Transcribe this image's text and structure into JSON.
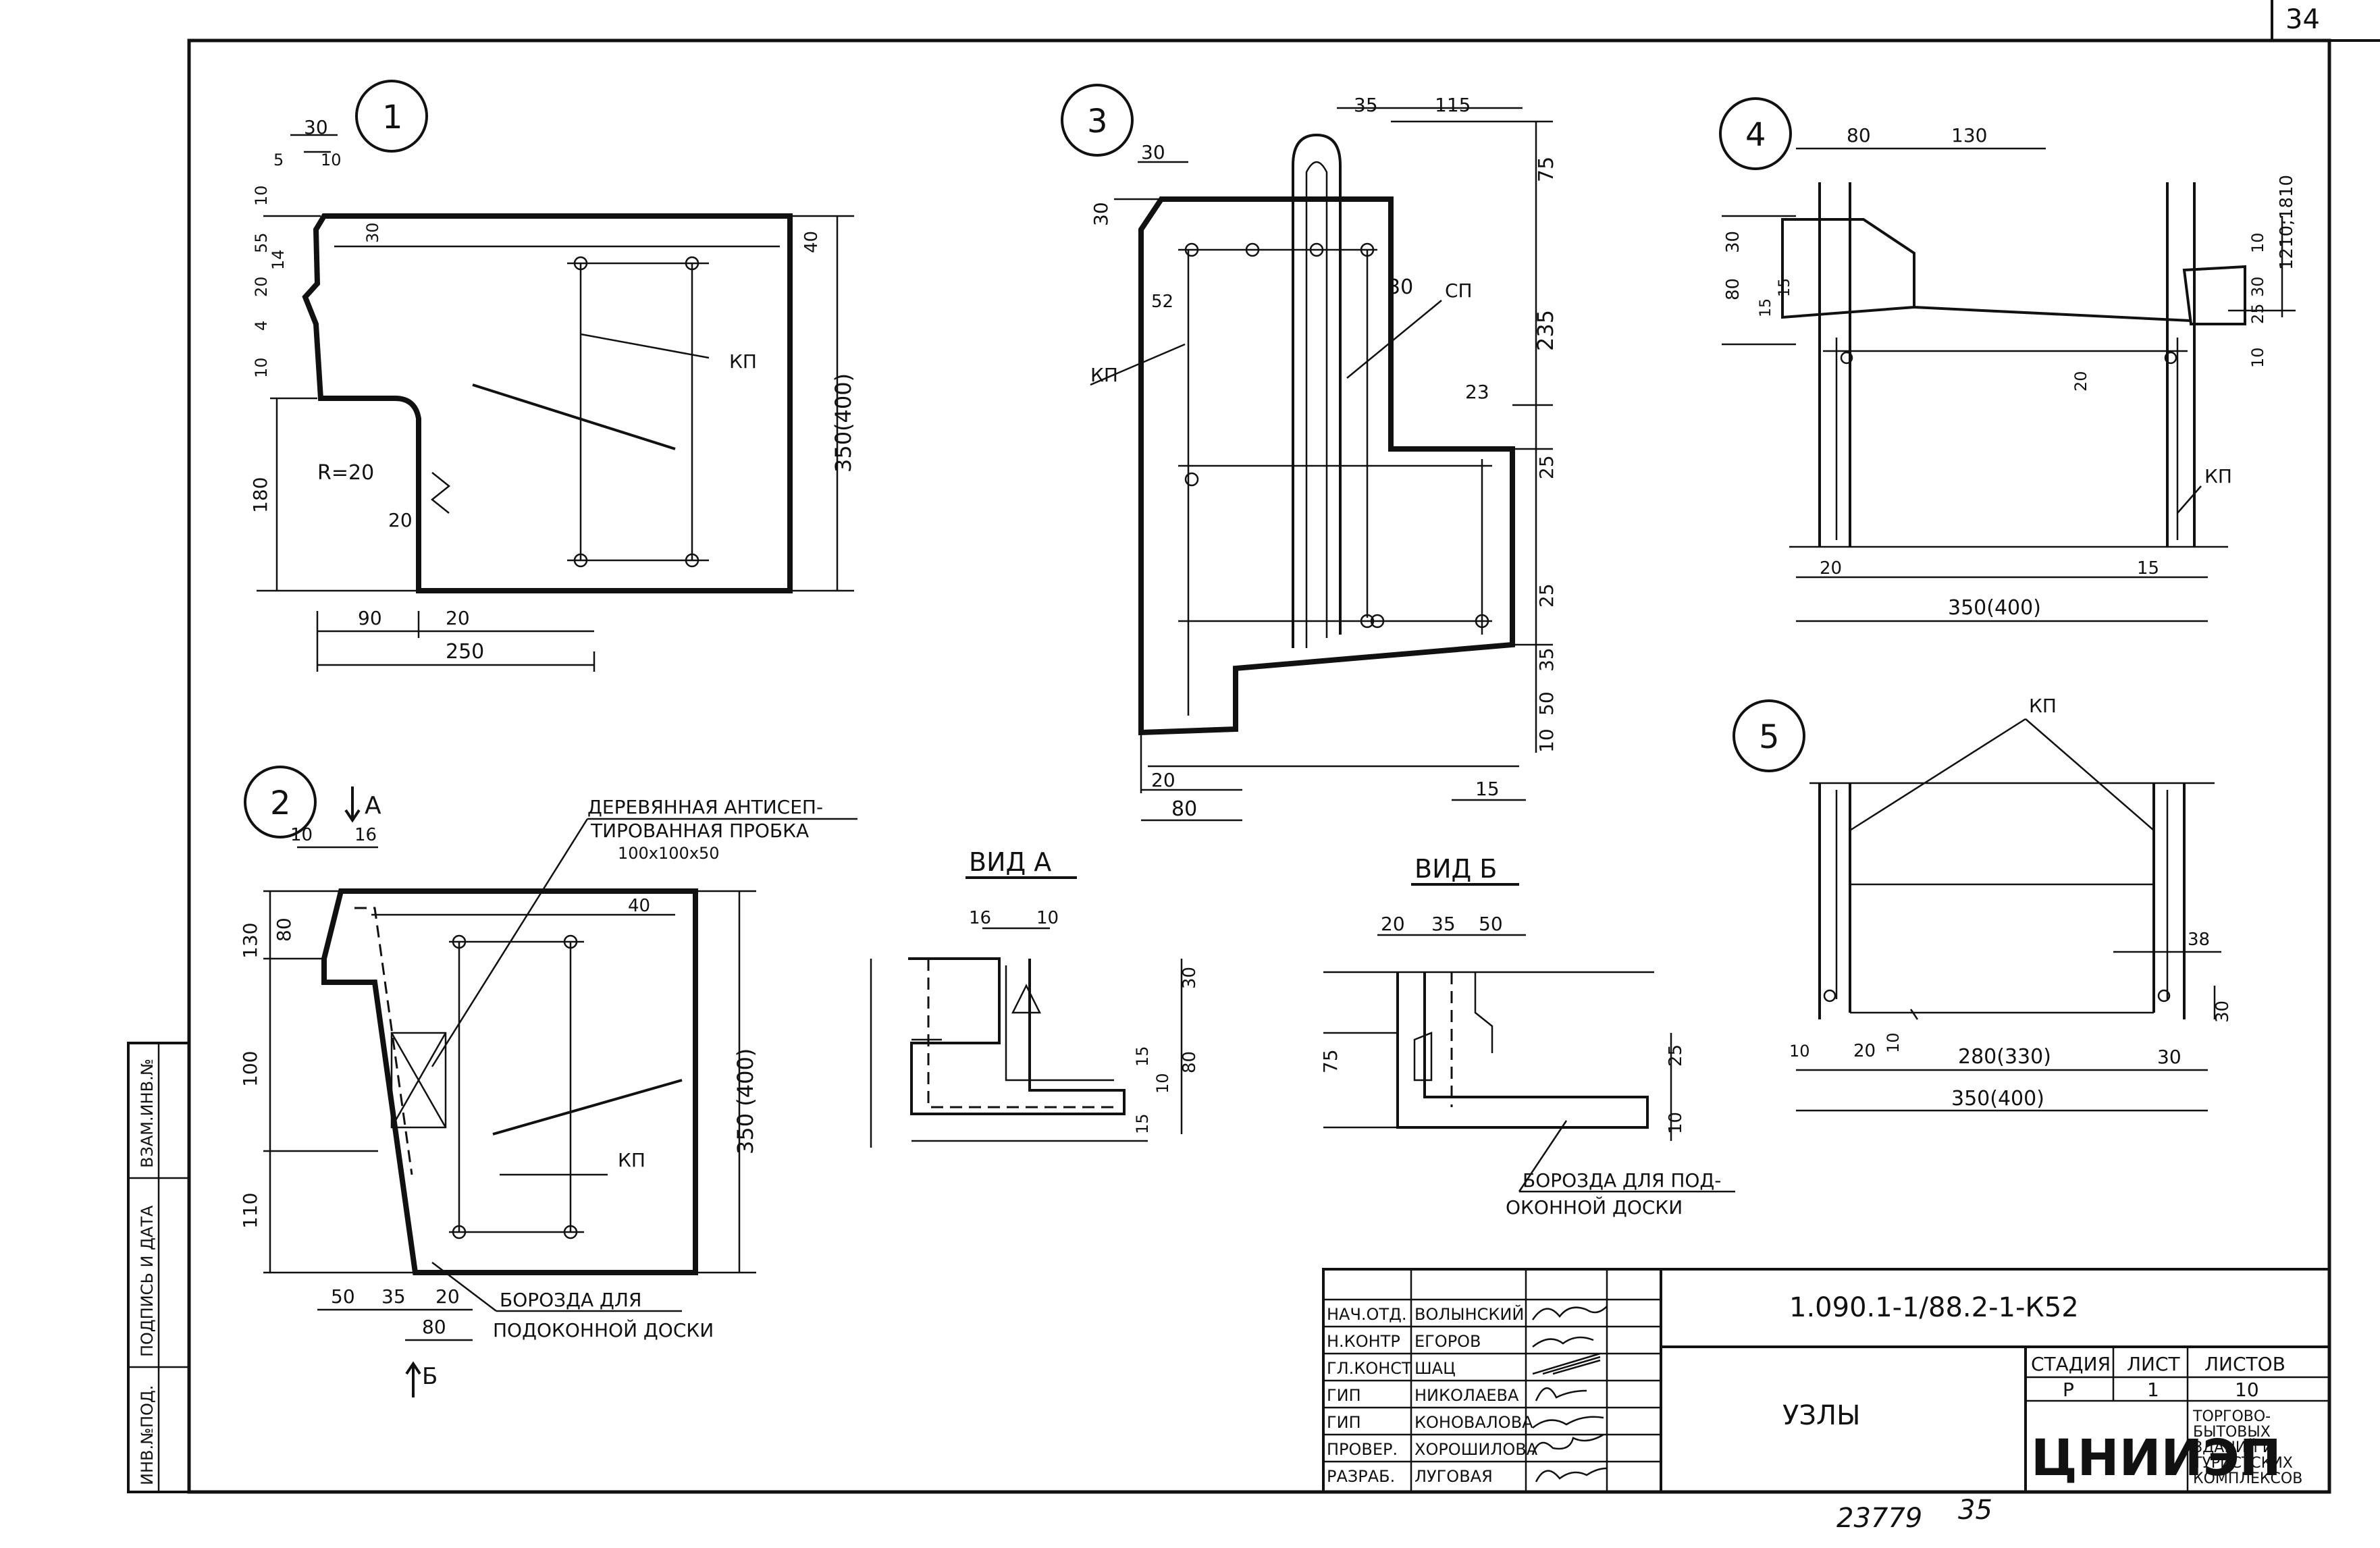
{
  "page_number": "34",
  "bottom_numbers": {
    "inventory": "23779",
    "page": "35"
  },
  "side_stamp": [
    "ИНВ.№ПОД.",
    "ПОДПИСЬ И ДАТА",
    "ВЗАМ.ИНВ.№"
  ],
  "nodes": [
    {
      "id": "1",
      "labels": [
        "30",
        "10",
        "5",
        "10",
        "55",
        "14",
        "20",
        "4",
        "10",
        "180",
        "R=20",
        "20",
        "90",
        "20",
        "250",
        "350(400)",
        "40",
        "30",
        "КП"
      ]
    },
    {
      "id": "2",
      "labels": [
        "10",
        "16",
        "80",
        "130",
        "100",
        "110",
        "50",
        "35",
        "20",
        "80",
        "350 (400)",
        "40",
        "КП"
      ]
    },
    {
      "id": "3",
      "labels": [
        "35",
        "115",
        "30",
        "30",
        "52",
        "30",
        "75",
        "235",
        "23",
        "25",
        "25",
        "35",
        "50",
        "10",
        "20",
        "80",
        "15",
        "КП",
        "СП"
      ]
    },
    {
      "id": "4",
      "labels": [
        "80",
        "130",
        "30",
        "80",
        "15",
        "15",
        "10",
        "30",
        "25",
        "10",
        "20",
        "20",
        "15",
        "350(400)",
        "1210;1810",
        "КП"
      ]
    },
    {
      "id": "5",
      "labels": [
        "КП",
        "38",
        "30",
        "10",
        "20",
        "10",
        "30",
        "280(330)",
        "350(400)"
      ]
    }
  ],
  "section_marks": {
    "arrow_a": "А",
    "arrow_b": "Б"
  },
  "views": [
    {
      "title": "ВИД А",
      "labels": [
        "16",
        "10",
        "30",
        "15",
        "80",
        "10",
        "15"
      ]
    },
    {
      "title": "ВИД Б",
      "labels": [
        "20",
        "35",
        "50",
        "75",
        "25",
        "10"
      ]
    }
  ],
  "annotations": {
    "plug": [
      "ДЕРЕВЯННАЯ АНТИСЕП-",
      "ТИРОВАННАЯ ПРОБКА",
      "100х100х50"
    ],
    "groove1": [
      "БОРОЗДА ДЛЯ",
      "ПОДОКОННОЙ ДОСКИ"
    ],
    "groove2": [
      "БОРОЗДА ДЛЯ ПОД-",
      "ОКОННОЙ ДОСКИ"
    ]
  },
  "title_block": {
    "code": "1.090.1-1/88.2-1-К52",
    "title": "УЗЛЫ",
    "stage_head": "СТАДИЯ",
    "sheet_head": "ЛИСТ",
    "sheets_head": "ЛИСТОВ",
    "stage": "Р",
    "sheet": "1",
    "sheets": "10",
    "org": "ЦНИИЭП",
    "org_sub": [
      "ТОРГОВО-",
      "БЫТОВЫХ",
      "ЗДАНИЙ И",
      "ТУРИСТСКИХ",
      "КОМПЛЕКСОВ"
    ],
    "signatures": [
      {
        "role": "НАЧ.ОТД.",
        "name": "ВОЛЫНСКИЙ"
      },
      {
        "role": "Н.КОНТР",
        "name": "ЕГОРОВ"
      },
      {
        "role": "ГЛ.КОНСТ",
        "name": "ШАЦ"
      },
      {
        "role": "ГИП",
        "name": "НИКОЛАЕВА"
      },
      {
        "role": "ГИП",
        "name": "КОНОВАЛОВА"
      },
      {
        "role": "ПРОВЕР.",
        "name": "ХОРОШИЛОВА"
      },
      {
        "role": "РАЗРАБ.",
        "name": "ЛУГОВАЯ"
      }
    ]
  }
}
